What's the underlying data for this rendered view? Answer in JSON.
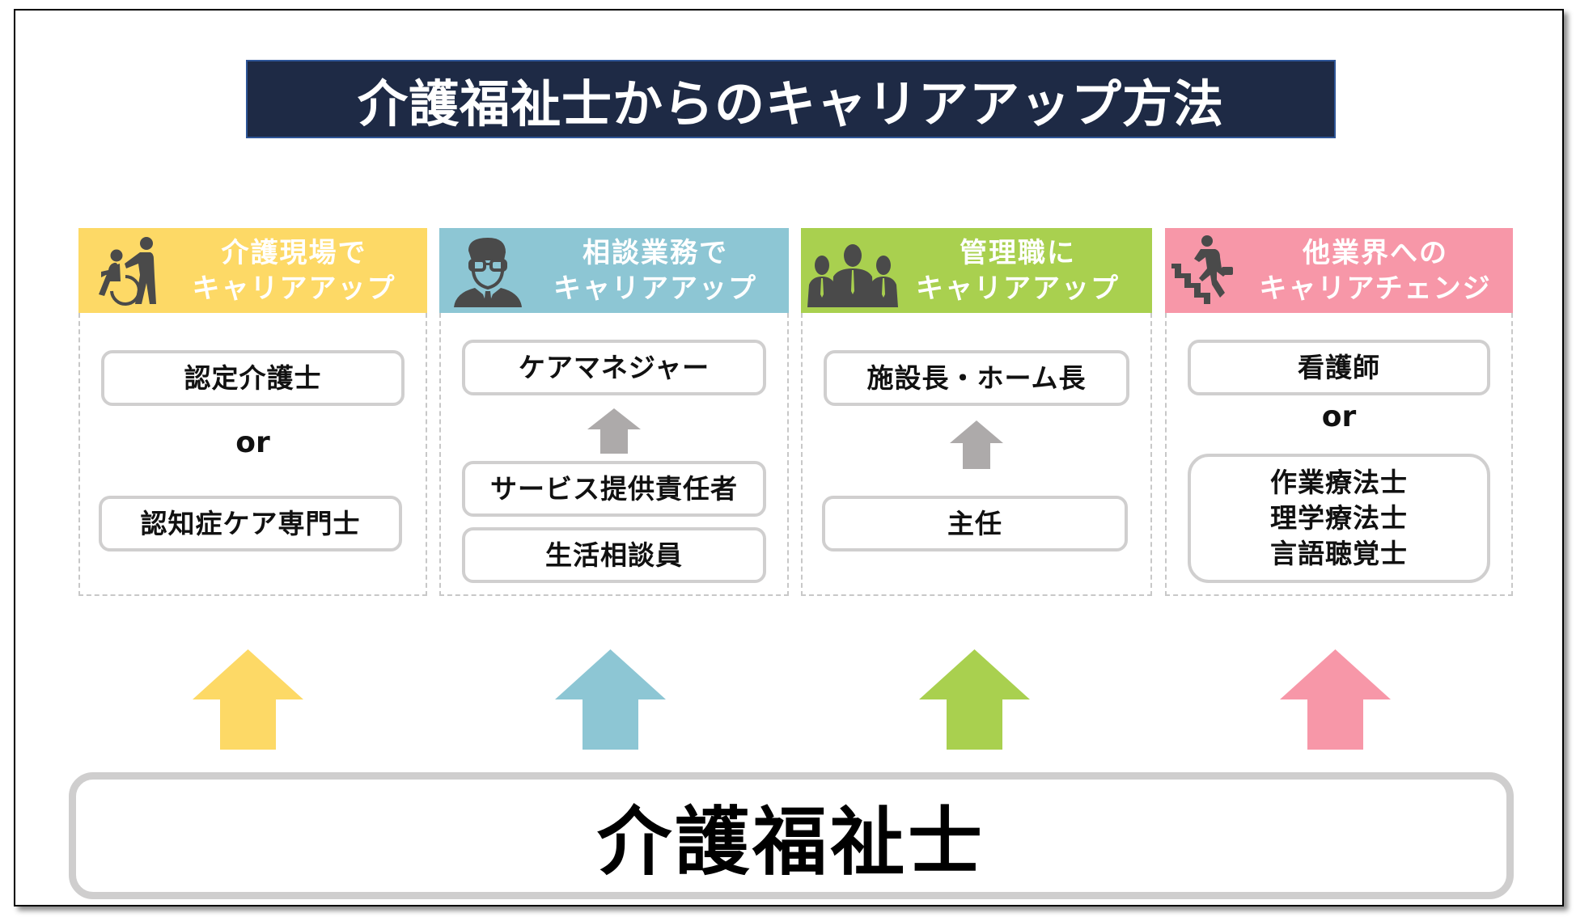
{
  "title": "介護福祉士からのキャリアアップ方法",
  "colors": {
    "title_bg": "#1E2A45",
    "yellow": "#FDD966",
    "blue": "#8DC6D4",
    "green": "#A9D04F",
    "pink": "#F797A8",
    "icon": "#4A4A4A",
    "small_arrow": "#ADAAAA",
    "box_border": "#D0CFCF"
  },
  "cards": [
    {
      "icon": "wheelchair-caregiver-icon",
      "heading_line1": "介護現場で",
      "heading_line2": "キャリアアップ",
      "items": [
        "認定介護士",
        "認知症ケア専門士"
      ],
      "connector": "or"
    },
    {
      "icon": "businessman-glasses-icon",
      "heading_line1": "相談業務で",
      "heading_line2": "キャリアアップ",
      "items": [
        "ケアマネジャー",
        "サービス提供責任者",
        "生活相談員"
      ],
      "connector": "up-arrow"
    },
    {
      "icon": "management-group-icon",
      "heading_line1": "管理職に",
      "heading_line2": "キャリアアップ",
      "items": [
        "施設長・ホーム長",
        "主任"
      ],
      "connector": "up-arrow"
    },
    {
      "icon": "climbing-stairs-icon",
      "heading_line1": "他業界への",
      "heading_line2": "キャリアチェンジ",
      "items": [
        "看護師",
        [
          "作業療法士",
          "理学療法士",
          "言語聴覚士"
        ]
      ],
      "connector": "or"
    }
  ],
  "base_label": "介護福祉士"
}
